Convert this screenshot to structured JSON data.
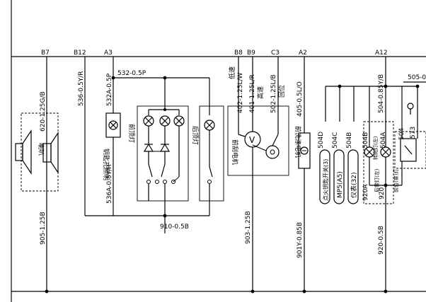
{
  "connectors": {
    "b7": "B7",
    "b12": "B12",
    "a3": "A3",
    "b8": "B8",
    "b9": "B9",
    "c3": "C3",
    "a2": "A2",
    "a12": "A12"
  },
  "wires": {
    "w_620": "620-1.25G/B",
    "w_905": "905-1.25B",
    "w_536": "536-0.5Y/R",
    "w_536a": "536A-0.5Y/R",
    "w_532a": "532A-0.5P",
    "w_532": "532-0.5P",
    "w_910": "910-0.5B",
    "w_402": "402-1.25L/W",
    "w_401": "401-1.25L/R",
    "w_502": "502-1.25L/B",
    "w_903": "903-1.25B",
    "w_405": "405-0.5L/O",
    "w_901y": "901Y-0.85B",
    "w_504": "504-0.85Y/B",
    "w_920": "920-0.5B",
    "w_505": "505-0."
  },
  "labels": {
    "horn": "喇叭",
    "key_light": "钥匙孔照明",
    "front_dome": "前顶灯",
    "rear_dome": "后顶灯",
    "wiper_motor": "前刮电机",
    "washer_motor": "前洗涤电机",
    "low_speed": "低速",
    "high_speed": "高速",
    "return_pos": "回位",
    "ign_switch": "点火钥匙开关(3)",
    "mp5": "MP5(A5)",
    "meter": "仪表(32)",
    "turn_lamp": "转向灯(左)",
    "fog_lamp": "后雾灯(左)",
    "pos_lamp": "前位(雾)灯"
  },
  "codes": {
    "c504d": "504D",
    "c504c": "504C",
    "c504b": "504B",
    "c504b2": "504B",
    "c504a": "504A",
    "c504": "504",
    "c573": "573",
    "c920a": "920A",
    "c920": "920"
  }
}
